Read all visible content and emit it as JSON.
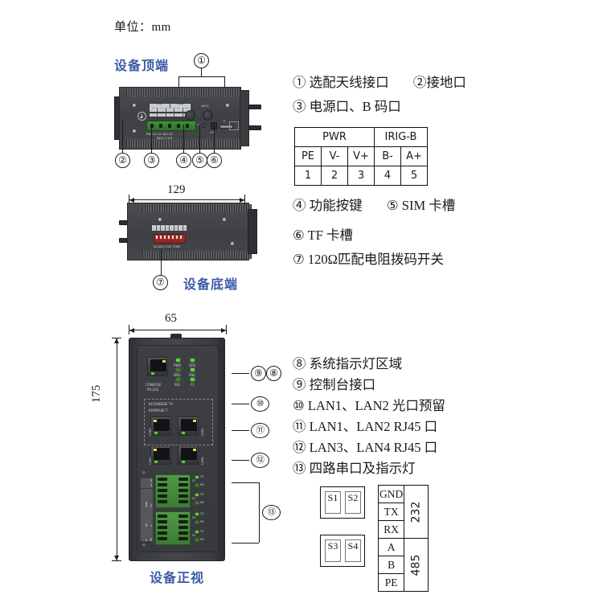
{
  "unit_label": "单位：mm",
  "views": {
    "top": "设备顶端",
    "bottom": "设备底端",
    "front": "设备正视"
  },
  "dimensions": {
    "width_mid": "129",
    "width_front": "65",
    "height_front": "175"
  },
  "callouts": {
    "c1": "①",
    "c2": "②",
    "c3": "③",
    "c4": "④",
    "c5": "⑤",
    "c6": "⑥",
    "c7": "⑦",
    "c8": "⑧",
    "c9": "⑨",
    "c10": "⑩",
    "c11": "⑪",
    "c12": "⑫",
    "c13": "⑬"
  },
  "legend": {
    "line1a": "① 选配天线接口",
    "line1b": "②接地口",
    "line2": "③ 电源口、B 码口",
    "line3a": "④ 功能按键",
    "line3b": "⑤ SIM 卡槽",
    "line4": "⑥ TF 卡槽",
    "line5": "⑦ 120Ω匹配电阻拨码开关",
    "line6": "⑧ 系统指示灯区域",
    "line7": "⑨ 控制台接口",
    "line8": "⑩ LAN1、LAN2 光口预留",
    "line9": "⑪ LAN1、LAN2 RJ45 口",
    "line10": "⑫ LAN3、LAN4 RJ45 口",
    "line11": "⑬ 四路串口及指示灯"
  },
  "pwr_table": {
    "row1": [
      "PWR",
      "IRIG-B"
    ],
    "row2": [
      "PE",
      "V-",
      "V+",
      "B-",
      "A+"
    ],
    "row3": [
      "1",
      "2",
      "3",
      "4",
      "5"
    ]
  },
  "serial_table": {
    "ports": [
      "S1",
      "S2",
      "S3",
      "S4"
    ],
    "signals_232": [
      "GND",
      "TX",
      "RX"
    ],
    "signals_485": [
      "A",
      "B",
      "PE"
    ],
    "std_232": "232",
    "std_485": "485"
  },
  "device_top": {
    "ant1": "ANT1",
    "ant2": "ANT2",
    "power_label": "PWR IN 12-36V DC",
    "model_label": "MAX C19-B",
    "sim_label": "SIM",
    "tf_label": "TF",
    "pwr_hdr": [
      "PWR",
      "IRIG-B"
    ],
    "pwr_pins": [
      "PE",
      "V-",
      "V+",
      "B-",
      "A+"
    ],
    "pwr_nums": [
      "1",
      "2",
      "3",
      "4",
      "5"
    ]
  },
  "device_mid": {
    "dip_label": "RS-485 COM TERM"
  },
  "device_front": {
    "console_l1": "CONSOLE",
    "console_l2": "RS-232",
    "leds": [
      "PWR",
      "GPS",
      "WRL",
      "ENC",
      "SIG",
      "F1"
    ],
    "eth_l1": "10/100BASE TX",
    "eth_l2": "1000BASE T",
    "lan1": "LAN1",
    "lan2": "LAN2",
    "lan3": "LAN3",
    "lan4": "LAN4",
    "serial_ports": [
      "S1",
      "S2",
      "S3",
      "S4"
    ],
    "tx": "TX",
    "rx": "RX",
    "terminal_left": [
      "GND",
      "TX",
      "RX",
      "A",
      "B",
      "PE"
    ]
  },
  "colors": {
    "label_blue": "#3b5aa6",
    "body_dark": "#45464a",
    "led_green": "#5ed733",
    "terminal_green": "#4f9a46",
    "dip_red": "#a4332f"
  }
}
